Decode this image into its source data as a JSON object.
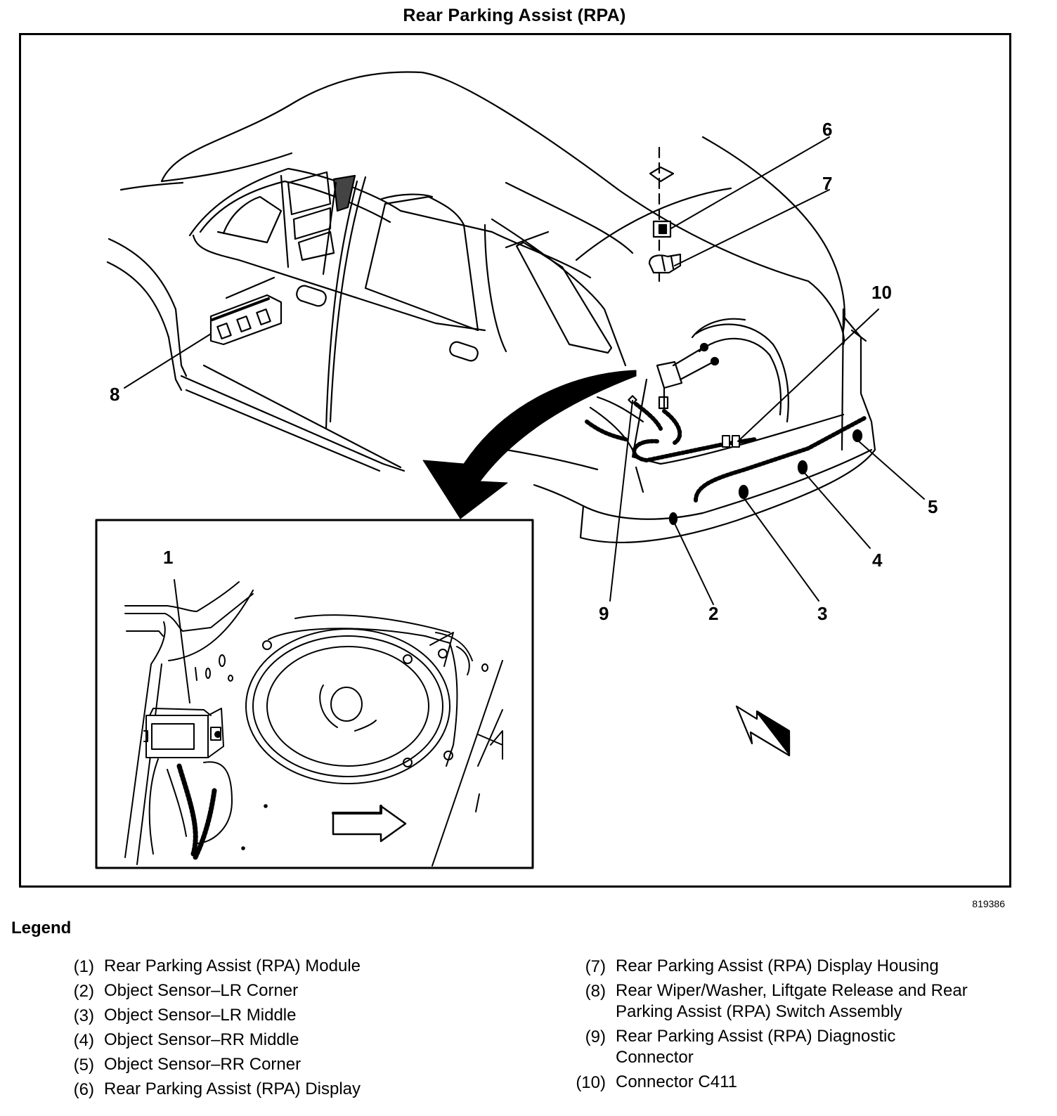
{
  "title": "Rear Parking Assist (RPA)",
  "figure_id": "819386",
  "callouts": {
    "c1": "1",
    "c2": "2",
    "c3": "3",
    "c4": "4",
    "c5": "5",
    "c6": "6",
    "c7": "7",
    "c8": "8",
    "c9": "9",
    "c10": "10"
  },
  "legend": {
    "heading": "Legend",
    "left": [
      {
        "num": "(1)",
        "text": "Rear Parking Assist (RPA) Module"
      },
      {
        "num": "(2)",
        "text": "Object Sensor–LR Corner"
      },
      {
        "num": "(3)",
        "text": "Object Sensor–LR Middle"
      },
      {
        "num": "(4)",
        "text": "Object Sensor–RR Middle"
      },
      {
        "num": "(5)",
        "text": "Object Sensor–RR Corner"
      },
      {
        "num": "(6)",
        "text": "Rear Parking Assist (RPA) Display"
      }
    ],
    "right": [
      {
        "num": "(7)",
        "text": "Rear Parking Assist (RPA) Display Housing"
      },
      {
        "num": "(8)",
        "text": "Rear Wiper/Washer, Liftgate Release and Rear Parking Assist (RPA) Switch Assembly"
      },
      {
        "num": "(9)",
        "text": "Rear Parking Assist (RPA) Diagnostic Connector"
      },
      {
        "num": "(10)",
        "text": "Connector C411"
      }
    ]
  }
}
